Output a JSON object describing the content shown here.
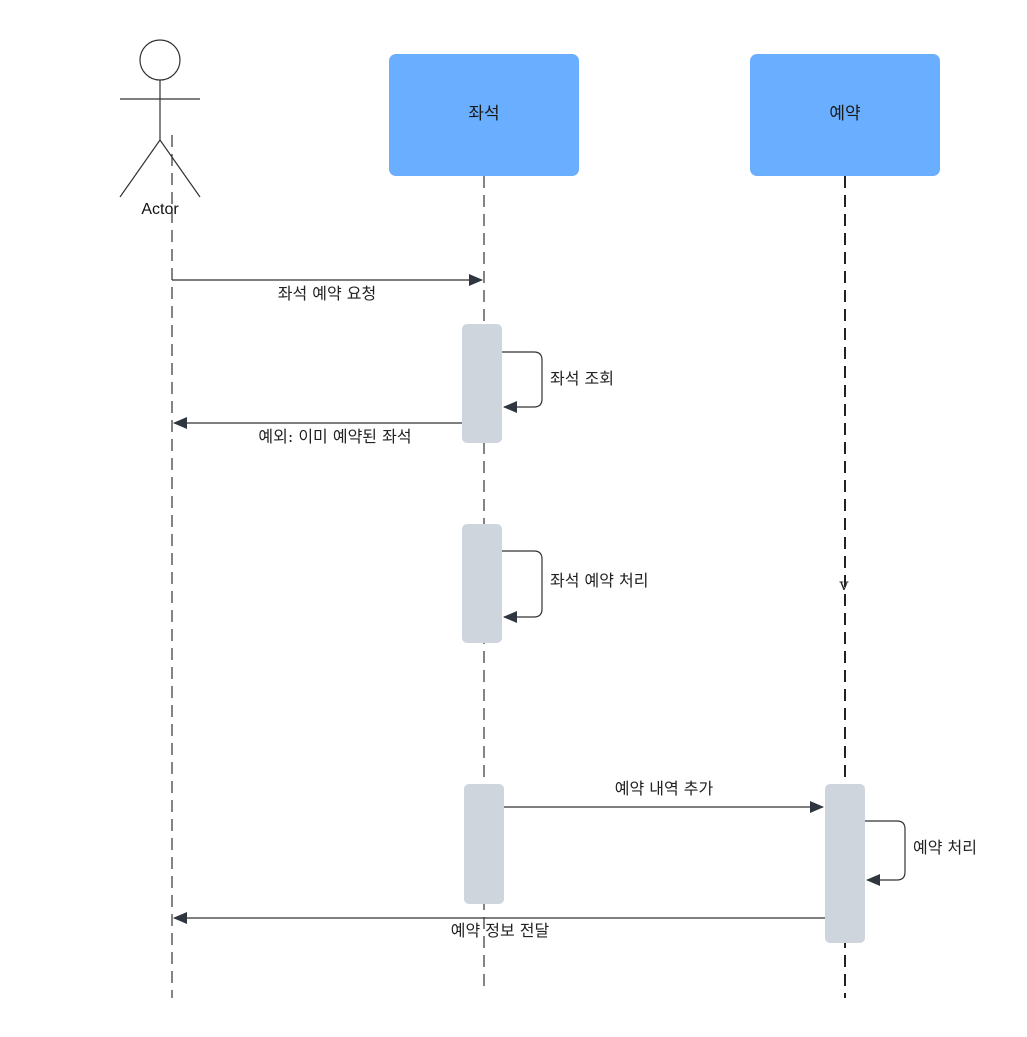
{
  "participants": {
    "actor": "Actor",
    "seat": "좌석",
    "reservation": "예약"
  },
  "messages": {
    "seat_request": "좌석 예약 요청",
    "seat_lookup": "좌석 조회",
    "exception_reserved": "예외: 이미 예약된 좌석",
    "seat_process": "좌석 예약 처리",
    "add_history": "예약 내역 추가",
    "reservation_process": "예약 처리",
    "deliver_info": "예약 정보 전달"
  },
  "annotations": {
    "lifeline_mark": "v"
  },
  "colors": {
    "participant_fill": "#6aafff",
    "activation_fill": "#cfd5dd",
    "line": "#333333"
  }
}
